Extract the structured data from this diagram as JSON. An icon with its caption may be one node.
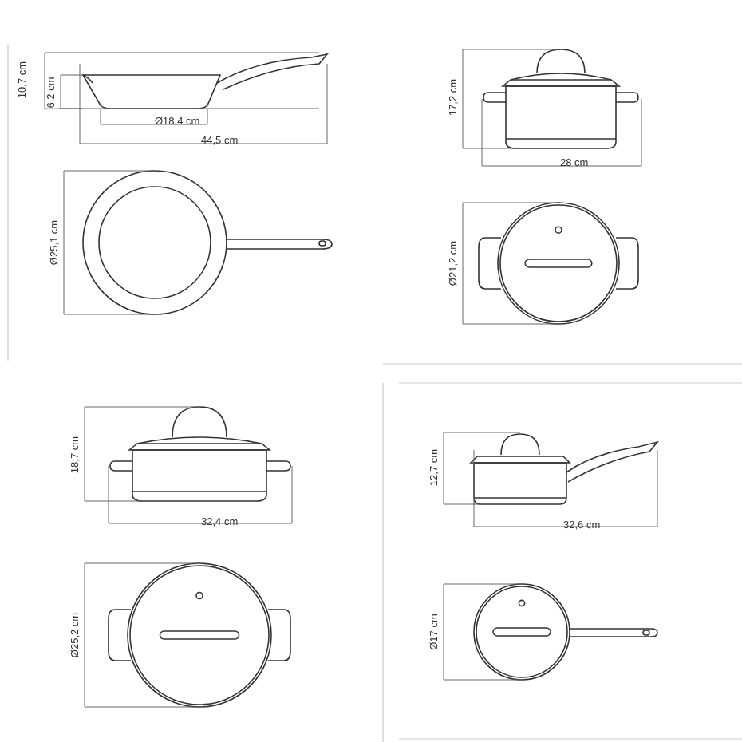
{
  "diagram": {
    "labels": [
      "10,7 cm",
      "6,2 cm",
      "Ø18,4 cm",
      "44,5 cm",
      "Ø25,1 cm",
      "17,2 cm",
      "28 cm",
      "Ø21,2 cm",
      "18,7 cm",
      "32,4 cm",
      "Ø25,2 cm",
      "12,7 cm",
      "32,6 cm",
      "Ø17 cm"
    ]
  }
}
